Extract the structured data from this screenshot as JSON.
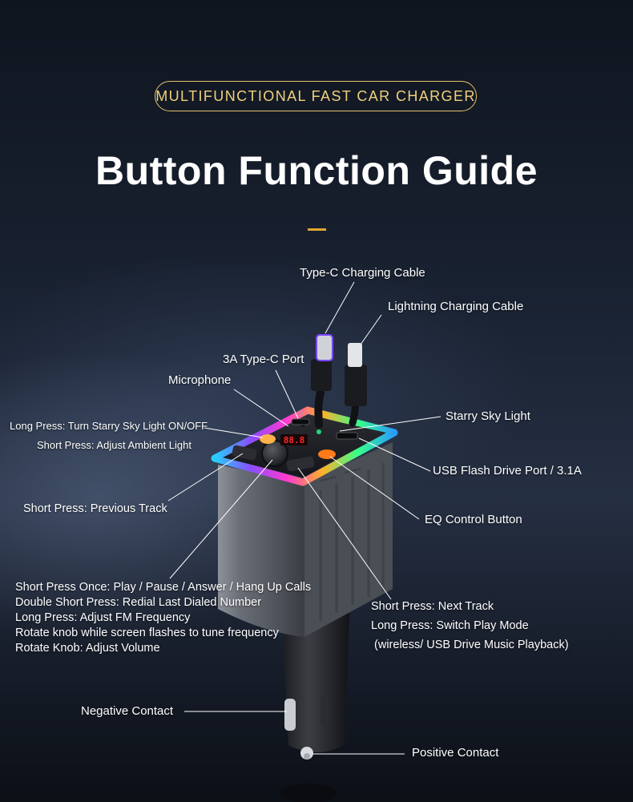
{
  "header": {
    "badge": "MULTIFUNCTIONAL FAST CAR CHARGER",
    "title": "Button Function Guide"
  },
  "callouts": {
    "type_c_cable": "Type-C Charging Cable",
    "lightning_cable": "Lightning Charging Cable",
    "type_c_port": "3A Type-C Port",
    "microphone": "Microphone",
    "long_press_light": "Long Press: Turn Starry Sky Light ON/OFF",
    "short_press_ambient": "Short Press: Adjust Ambient Light",
    "starry_sky_light": "Starry Sky Light",
    "usb_port": "USB Flash Drive Port / 3.1A",
    "eq_button": "EQ Control Button",
    "previous_track": "Short Press: Previous Track",
    "knob_functions": [
      "Short Press Once: Play / Pause / Answer / Hang Up Calls",
      "Double Short Press: Redial Last Dialed Number",
      "Long Press: Adjust FM Frequency",
      "Rotate knob while screen flashes to tune frequency",
      "Rotate Knob: Adjust Volume"
    ],
    "next_track": [
      "Short Press: Next Track",
      "Long Press: Switch Play Mode",
      " (wireless/ USB Drive Music Playback)"
    ],
    "negative_contact": "Negative Contact",
    "positive_contact": "Positive Contact"
  },
  "device": {
    "display_text": "88.8",
    "port_label": "3A",
    "colors": {
      "accent_gold": "#e7c36b",
      "dash_orange": "#e2a531",
      "body_gray": "#5f646c",
      "eq_button": "#ff7a1a"
    }
  }
}
